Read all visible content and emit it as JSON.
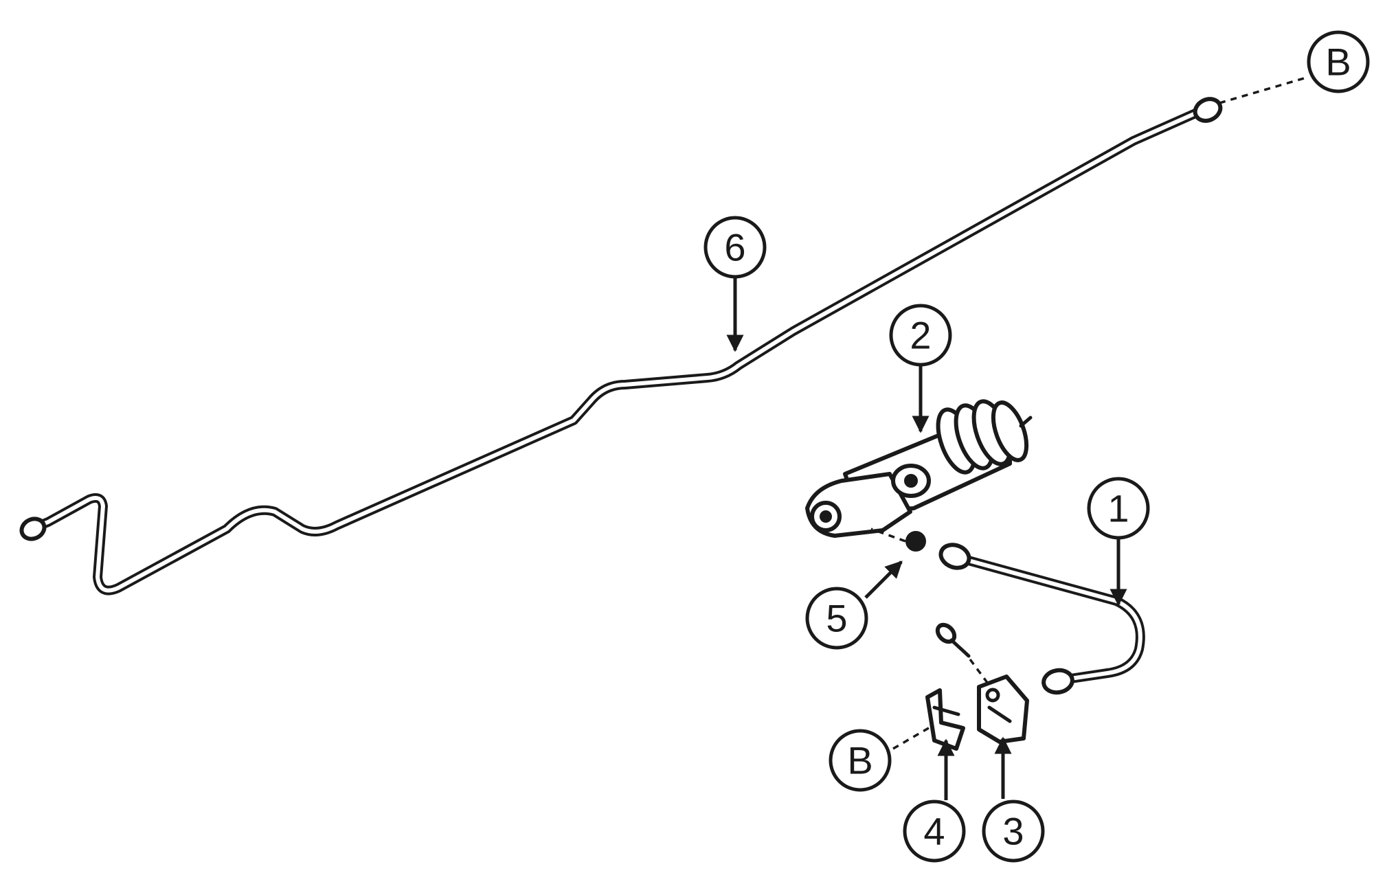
{
  "diagram": {
    "callouts": {
      "c1": "1",
      "c2": "2",
      "c3": "3",
      "c4": "4",
      "c5": "5",
      "c6": "6",
      "b_top": "B",
      "b_bottom": "B"
    }
  }
}
